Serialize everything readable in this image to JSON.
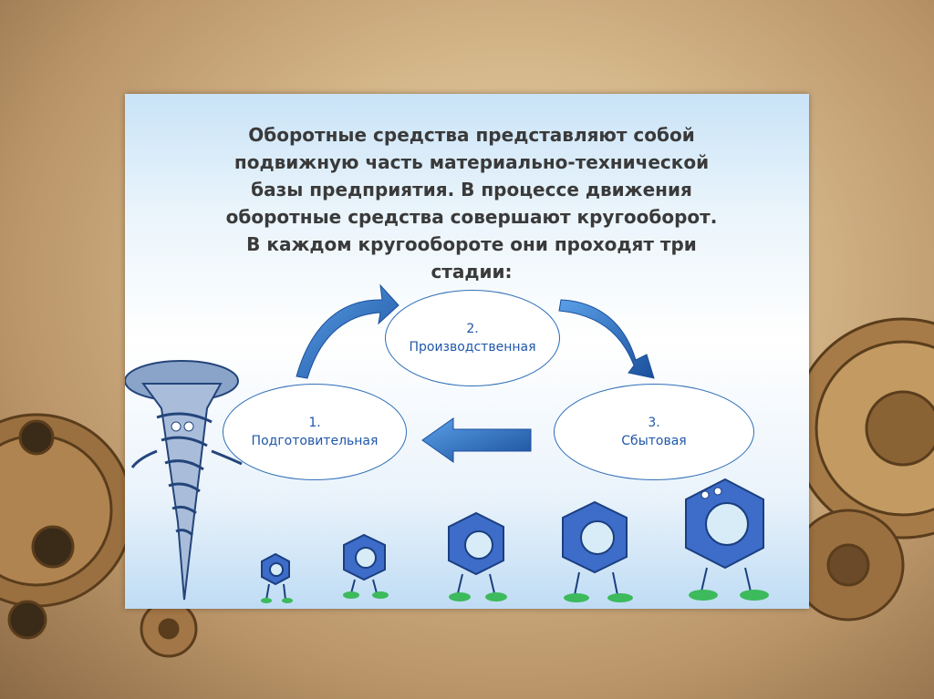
{
  "title": "Оборотные средства представляют собой подвижную часть материально-технической базы предприятия. В процессе движения оборотные средства совершают кругооборот. В каждом кругообороте они проходят три стадии:",
  "stages": [
    {
      "number": "1.",
      "label": "Подготовительная"
    },
    {
      "number": "2.",
      "label": "Производственная"
    },
    {
      "number": "3.",
      "label": "Сбытовая"
    }
  ],
  "colors": {
    "accent": "#1f57a8",
    "arrow": "#2a6fc4",
    "nut": "#3d6cc9",
    "title": "#3a3a3a"
  },
  "illustration": {
    "characters": [
      "screw-character",
      "nut-character",
      "nut-character",
      "nut-character",
      "nut-character",
      "nut-character"
    ]
  }
}
